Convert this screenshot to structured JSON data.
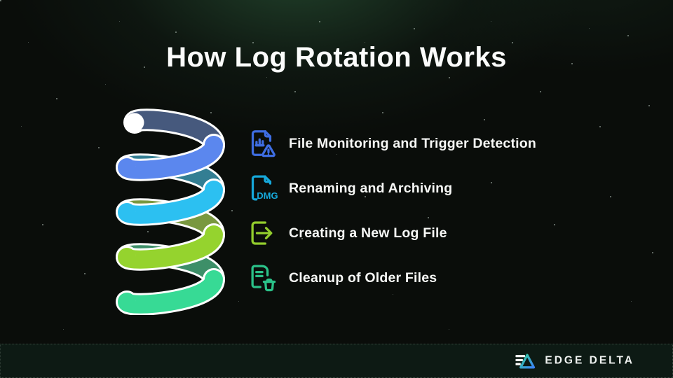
{
  "slide": {
    "title": "How Log Rotation Works",
    "steps": [
      {
        "label": "File Monitoring and Trigger Detection",
        "icon": "log-file-alert-icon",
        "color": "#3e6de2"
      },
      {
        "label": "Renaming and Archiving",
        "icon": "dmg-file-icon",
        "color": "#16a8da",
        "file_type_label": "DMG"
      },
      {
        "label": "Creating a New Log File",
        "icon": "new-file-export-icon",
        "color": "#93cd2d"
      },
      {
        "label": "Cleanup of Older Files",
        "icon": "file-cleanup-trash-icon",
        "color": "#2bc289"
      }
    ],
    "spiral": {
      "outline": "#ffffff",
      "turns": [
        {
          "back": "#46597d",
          "front": "#5b87ee"
        },
        {
          "back": "#337e93",
          "front": "#2cc0f1"
        },
        {
          "back": "#79983f",
          "front": "#95d32e"
        },
        {
          "back": "#3d8f68",
          "front": "#37da95"
        }
      ]
    },
    "footer": {
      "brand_name": "EDGE DELTA",
      "logo_gradient": {
        "from": "#34d399",
        "to": "#3b82f6"
      }
    }
  }
}
